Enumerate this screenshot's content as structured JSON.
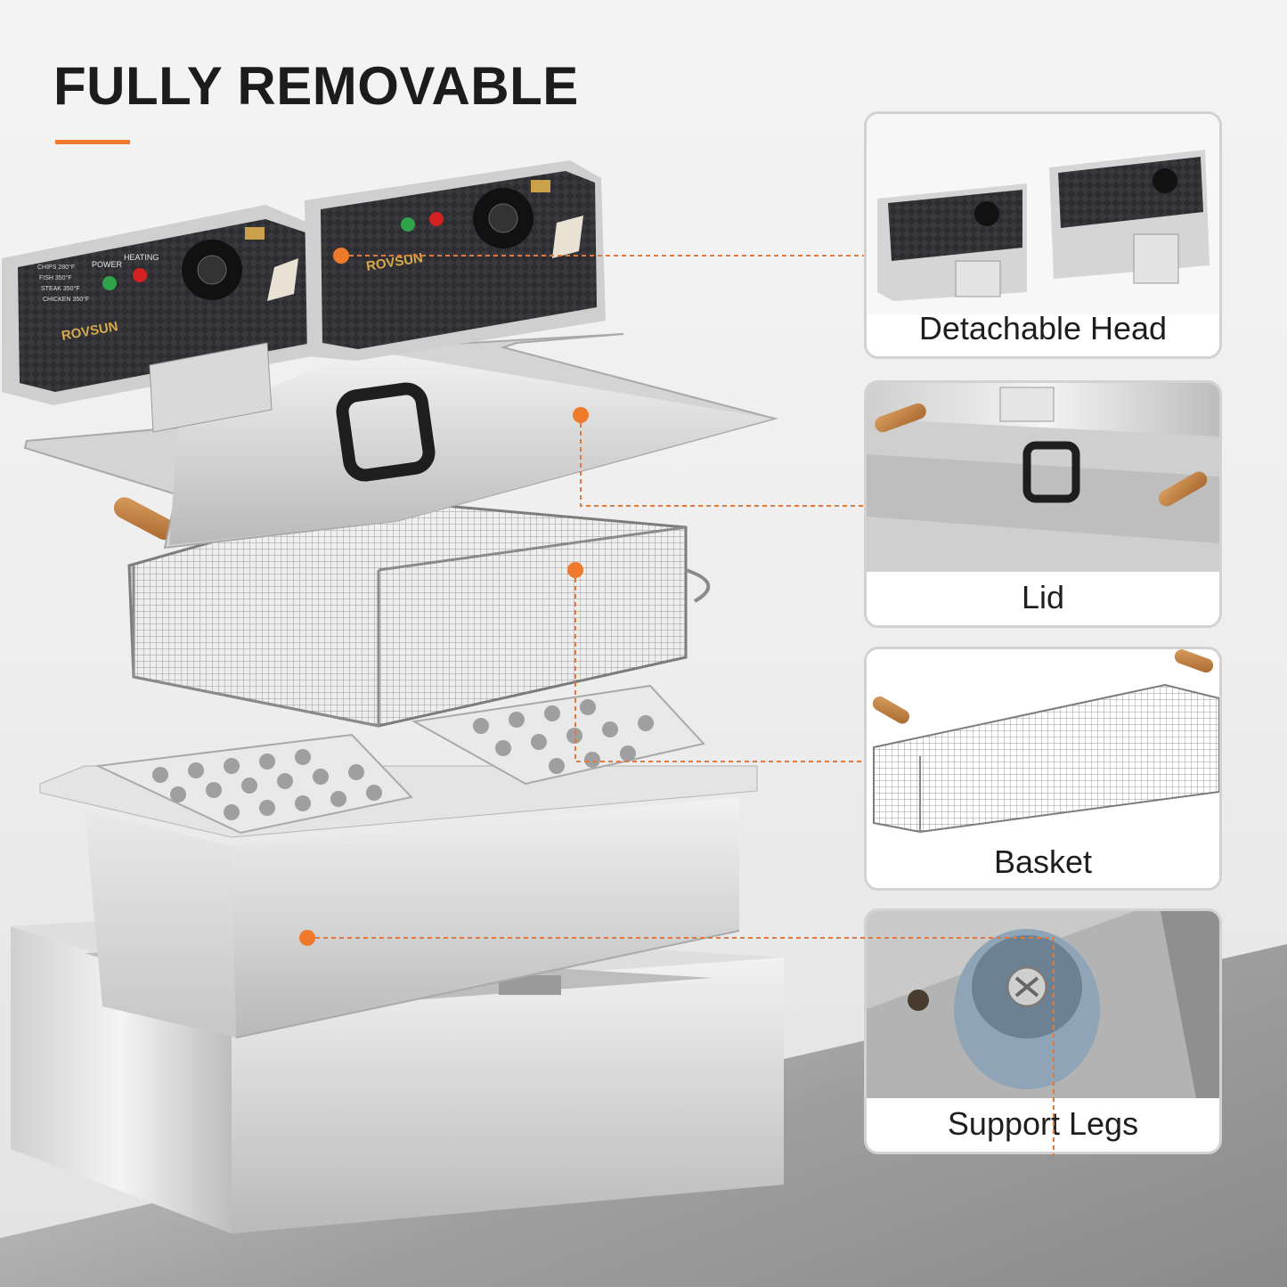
{
  "title": "FULLY REMOVABLE",
  "accent_color": "#f07a2c",
  "fryer": {
    "brand_left": "ROVSUN",
    "brand_right": "ROVSUN",
    "indicator_power": "POWER",
    "indicator_heating": "HEATING",
    "menu": [
      "CHIPS 280°F",
      "FISH 350°F",
      "STEAK 350°F",
      "CHICKEN 350°F"
    ]
  },
  "callouts": [
    {
      "id": "detachable-head",
      "label": "Detachable Head"
    },
    {
      "id": "lid",
      "label": "Lid"
    },
    {
      "id": "basket",
      "label": "Basket"
    },
    {
      "id": "support-legs",
      "label": "Support Legs"
    }
  ],
  "icons": [
    "orange-dot-icon",
    "temperature-knob-icon",
    "warning-icon",
    "screw-icon"
  ]
}
